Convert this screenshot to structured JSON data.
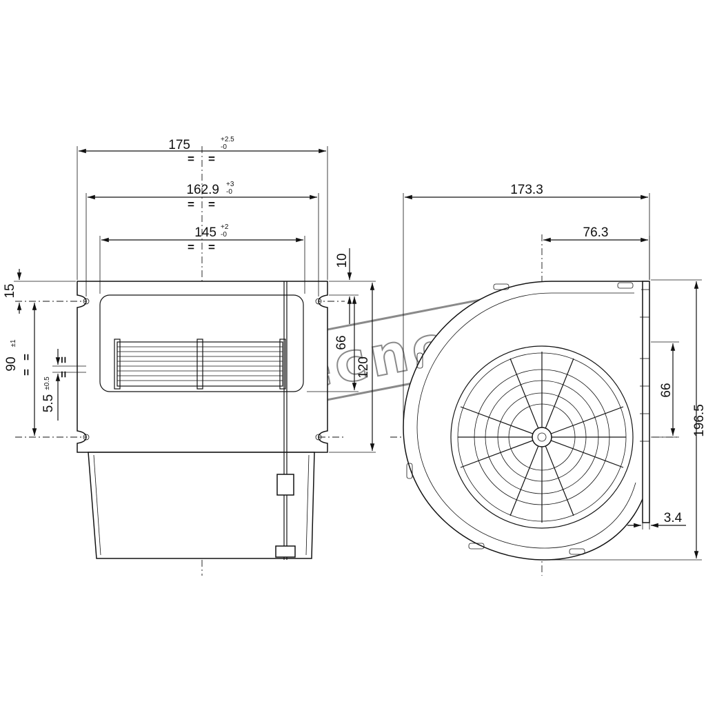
{
  "watermark": {
    "text": "tecnopiu"
  },
  "front_view": {
    "width_overall": {
      "value": "175",
      "tol_upper": "+2.5",
      "tol_lower": "-0"
    },
    "width_mount": {
      "value": "162.9",
      "tol_upper": "+3",
      "tol_lower": "-0"
    },
    "width_opening": {
      "value": "145",
      "tol_upper": "+2",
      "tol_lower": "-0"
    },
    "flange_top": {
      "value": "10"
    },
    "outlet_height": {
      "value": "66"
    },
    "outlet_total": {
      "value": "120"
    },
    "left_top": {
      "value": "15"
    },
    "hole_spacing": {
      "value": "90",
      "tol": "±1"
    },
    "hole_dia": {
      "value": "5.5",
      "tol": "±0.5"
    },
    "equal_mark": "="
  },
  "side_view": {
    "width_overall": {
      "value": "173.3"
    },
    "axis_offset": {
      "value": "76.3"
    },
    "outlet_height": {
      "value": "66"
    },
    "height_overall": {
      "value": "196.5"
    },
    "offset_small": {
      "value": "3.4"
    }
  },
  "colors": {
    "line": "#111111",
    "watermark": "#8a8a8a",
    "background": "#ffffff"
  }
}
